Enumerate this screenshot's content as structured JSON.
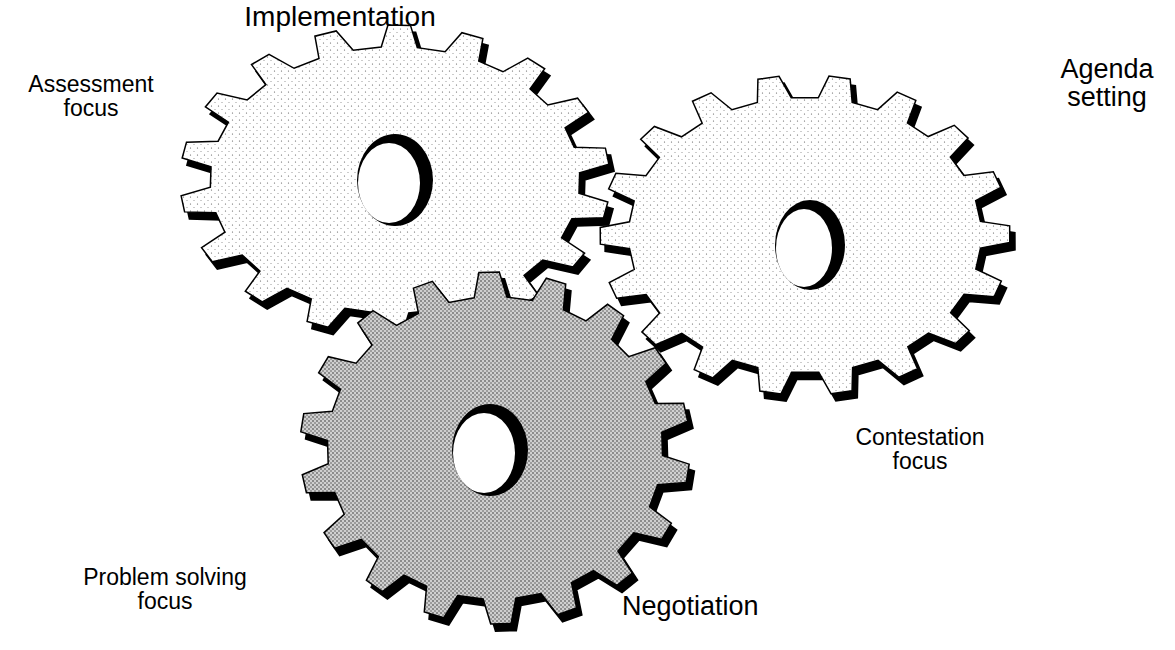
{
  "diagram": {
    "nodes": [
      {
        "text": [
          "Implementation",
          "Assessment focus"
        ]
      },
      {
        "text": [
          "Agenda setting",
          "Contestation focus"
        ]
      },
      {
        "text": [
          "Negotiation",
          "Problem solving focus"
        ]
      }
    ]
  }
}
